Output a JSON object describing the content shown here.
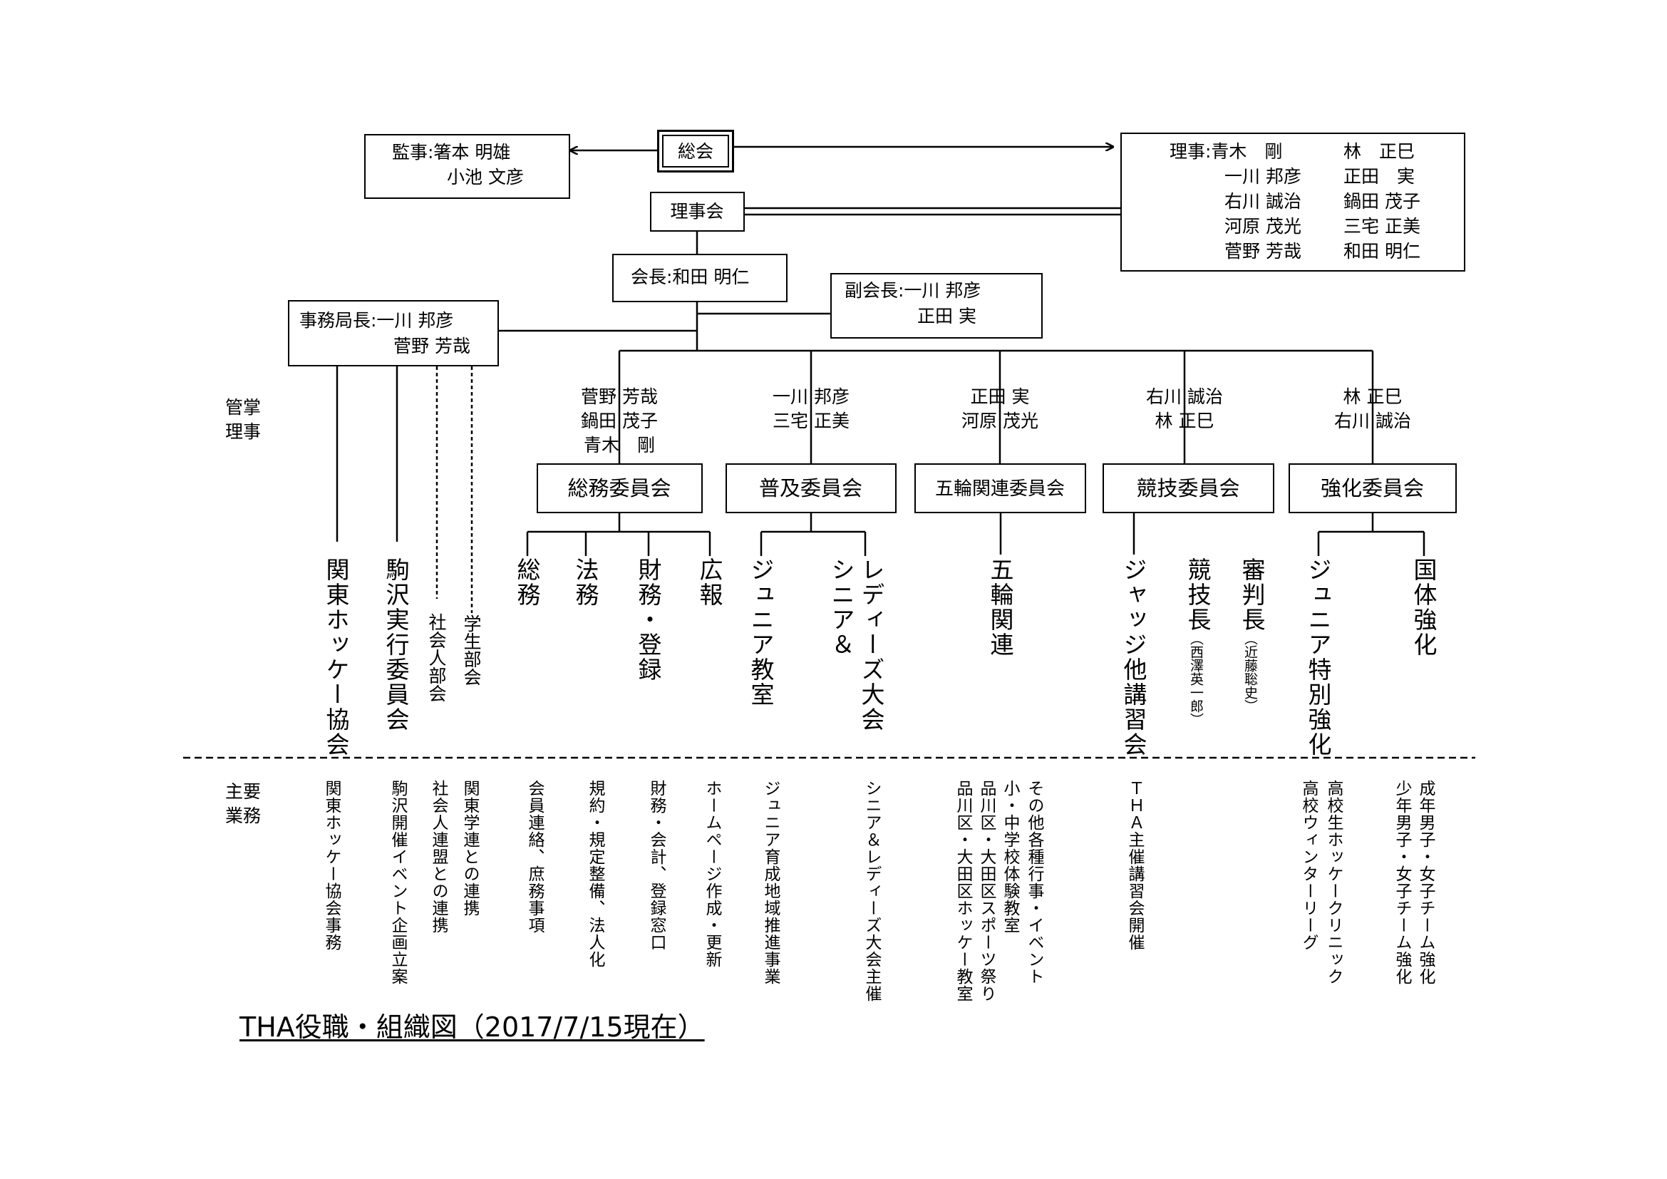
{
  "top": {
    "auditors_label": "監事:箸本 明雄",
    "auditors_line2": "小池 文彦",
    "general_meeting": "総会",
    "board": "理事会",
    "directors": {
      "line1_a": "理事:青木　剛",
      "line1_b": "林　正巳",
      "line2_a": "一川 邦彦",
      "line2_b": "正田　実",
      "line3_a": "右川 誠治",
      "line3_b": "鍋田 茂子",
      "line4_a": "河原 茂光",
      "line4_b": "三宅 正美",
      "line5_a": "菅野 芳哉",
      "line5_b": "和田 明仁"
    },
    "president": "会長:和田 明仁",
    "vice_president": "副会長:一川 邦彦",
    "vice_president_2": "正田 実",
    "secretary_general": "事務局長:一川 邦彦",
    "secretary_general_2": "菅野 芳哉"
  },
  "labels": {
    "managing_directors_1": "管掌",
    "managing_directors_2": "理事",
    "main_duties_1": "主要",
    "main_duties_2": "業務"
  },
  "committees": [
    {
      "name": "総務委員会",
      "directors": [
        "菅野 芳哉",
        "鍋田 茂子",
        "青木　剛"
      ]
    },
    {
      "name": "普及委員会",
      "directors": [
        "一川 邦彦",
        "三宅 正美"
      ]
    },
    {
      "name": "五輪関連委員会",
      "directors": [
        "正田 実",
        "河原 茂光"
      ]
    },
    {
      "name": "競技委員会",
      "directors": [
        "右川 誠治",
        "林 正巳"
      ]
    },
    {
      "name": "強化委員会",
      "directors": [
        "林 正巳",
        "右川 誠治"
      ]
    }
  ],
  "units": {
    "kanto": "関東ホッケー協会",
    "komazawa": "駒沢実行委員会",
    "shakaijin": "社会人部会",
    "gakusei": "学生部会",
    "somu": "総務",
    "homu": "法務",
    "zaimu": "財務・登録",
    "koho": "広報",
    "junior_class": "ジュニア教室",
    "senior_a": "シニア＆",
    "senior_b": "レディーズ大会",
    "gorin": "五輪関連",
    "judge": "ジャッジ他講習会",
    "kyogicho": "競技長",
    "kyogicho_name": "（西澤英一郎）",
    "shinpancho": "審判長",
    "shinpancho_name": "（近藤聡史）",
    "junior_special": "ジュニア特別強化",
    "kokutai": "国体強化"
  },
  "duties": {
    "kanto": "関東ホッケー協会事務",
    "komazawa": "駒沢開催イベント企画立案",
    "shakaijin": "社会人連盟との連携",
    "gakusei": "関東学連との連携",
    "somu": "会員連絡、庶務事項",
    "homu": "規約・規定整備、法人化",
    "zaimu": "財務・会計、登録窓口",
    "koho": "ホームページ作成・更新",
    "junior": "ジュニア育成地域推進事業",
    "senior": "シニア＆レディーズ大会主催",
    "gorin_1": "その他各種行事・イベント",
    "gorin_2": "小・中学校体験教室",
    "gorin_3": "品川区・大田区スポーツ祭り",
    "gorin_4": "品川区・大田区ホッケー教室",
    "kyogi": "ＴＨＡ主催講習会開催",
    "kyoka_1": "高校生ホッケークリニック",
    "kyoka_2": "高校ウィンターリーグ",
    "kyoka_3": "成年男子・女子チーム強化",
    "kyoka_4": "少年男子・女子チーム強化"
  },
  "caption": "THA役職・組織図（2017/7/15現在）"
}
